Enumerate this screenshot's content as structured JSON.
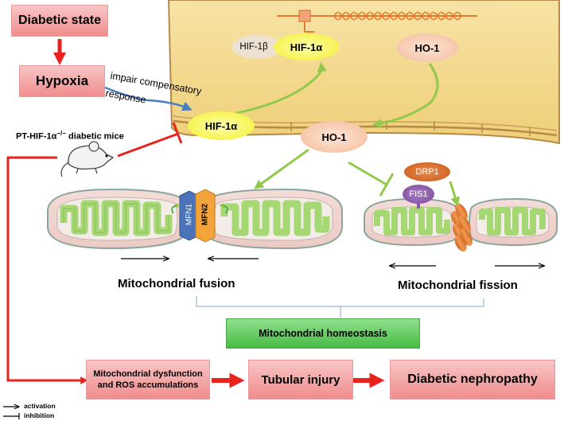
{
  "nodes": {
    "diabetic_state": "Diabetic state",
    "hypoxia": "Hypoxia",
    "impair_line1": "impair compensatory",
    "impair_line2": "response",
    "hif1b": "HIF-1β",
    "hif1a_nucleus": "HIF-1α",
    "ho1_nucleus": "HO-1",
    "hif1a": "HIF-1α",
    "ho1": "HO-1",
    "mice_prefix": "PT-HIF-1α",
    "mice_superscript": "−/−",
    "mice_suffix": " diabetic mice",
    "drp1": "DRP1",
    "fis1": "FIS1",
    "mfn1": "MFN1",
    "mfn2": "MFN2",
    "fusion": "Mitochondrial fusion",
    "fission": "Mitochondrial fission",
    "homeostasis": "Mitochondrial homeostasis",
    "dysfunction_line1": "Mitochondrial dysfunction",
    "dysfunction_line2": "and ROS accumulations",
    "tubular": "Tubular injury",
    "nephropathy": "Diabetic nephropathy"
  },
  "legend": {
    "activation": "activation",
    "inhibition": "inhibition"
  },
  "colors": {
    "red_arrow": "#e8231d",
    "green_arrow": "#92c94a",
    "blue_arrow": "#4a7fc1",
    "box_pink": "#f2a3a3",
    "homeostasis_green": "#5ec75a",
    "hif_yellow": "#f5f52a",
    "ho1_peach": "#f7cbb0",
    "mito_green": "#a5d873",
    "mfn1_blue": "#4b73b8",
    "mfn2_orange": "#f2a33a",
    "drp1_orange": "#e0702a",
    "fis1_purple": "#8a5aa8"
  }
}
